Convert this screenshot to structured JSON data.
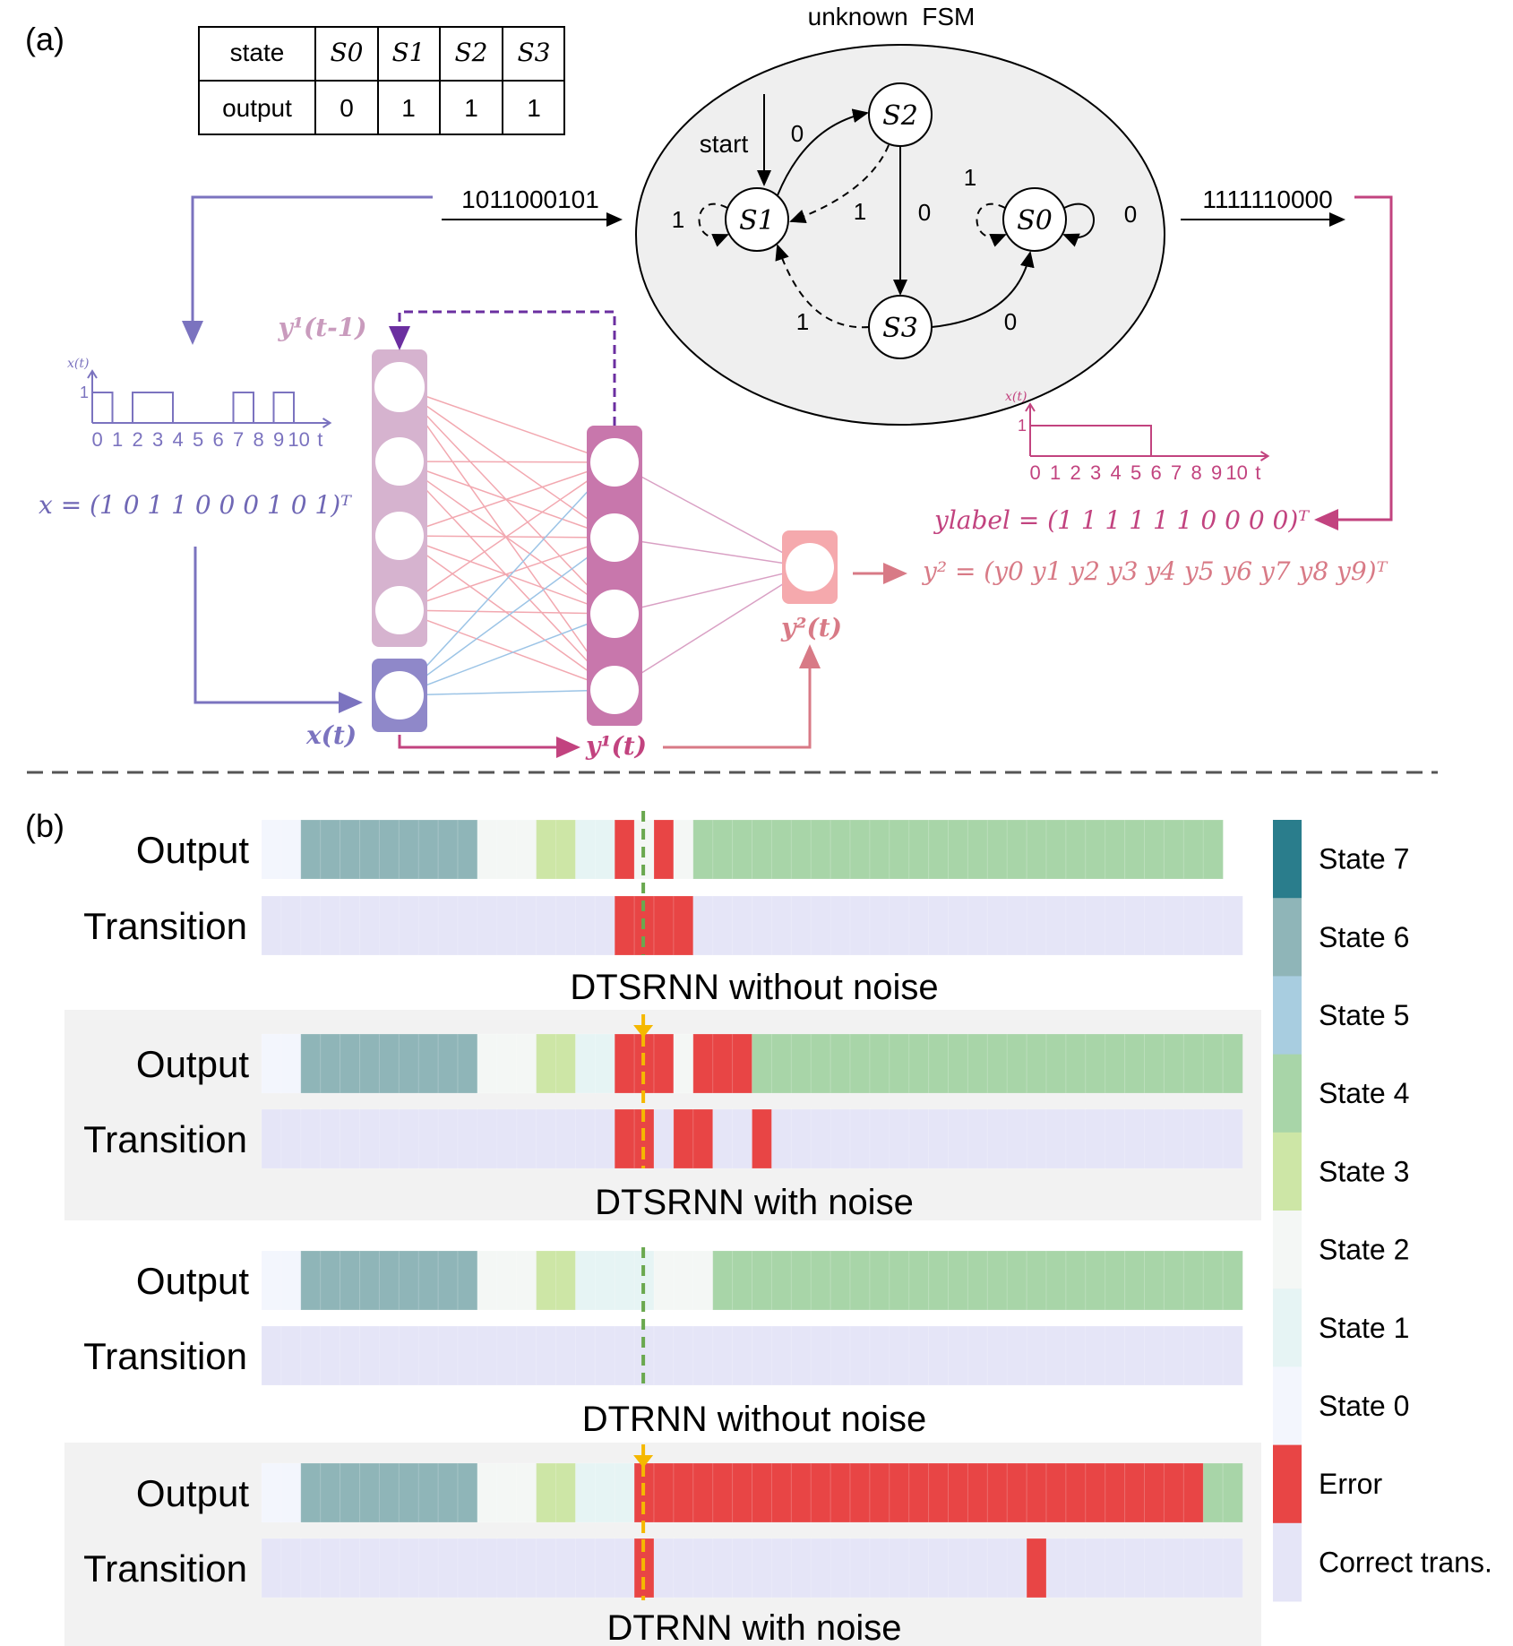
{
  "panel_a": {
    "label": "(a)",
    "table": {
      "header": [
        "state",
        "S0",
        "S1",
        "S2",
        "S3"
      ],
      "row": [
        "output",
        "0",
        "1",
        "1",
        "1"
      ]
    },
    "fsm": {
      "title": "unknown  FSM",
      "start_label": "start",
      "states": [
        "S1",
        "S2",
        "S3",
        "S0"
      ],
      "edge_labels": [
        "0",
        "1",
        "1",
        "0",
        "1",
        "0",
        "1",
        "0"
      ]
    },
    "input_sequence": "1011000101",
    "output_sequence": "1111110000",
    "input_plot": {
      "ylabel": "x(t)",
      "y_tick": "1",
      "x_ticks": [
        "0",
        "1",
        "2",
        "3",
        "4",
        "5",
        "6",
        "7",
        "8",
        "9",
        "10"
      ],
      "x_unit": "t",
      "values": [
        1,
        0,
        1,
        1,
        0,
        0,
        0,
        1,
        0,
        1
      ]
    },
    "output_plot": {
      "ylabel": "x(t)",
      "y_tick": "1",
      "x_ticks": [
        "0",
        "1",
        "2",
        "3",
        "4",
        "5",
        "6",
        "7",
        "8",
        "9",
        "10"
      ],
      "x_unit": "t",
      "values": [
        1,
        1,
        1,
        1,
        1,
        1,
        0,
        0,
        0,
        0
      ]
    },
    "x_vector": "x = (1 0 1 1 0 0 0 1 0 1)ᵀ",
    "y_label_vector": "ylabel = (1 1 1 1 1 1 0 0 0 0)ᵀ",
    "y2_vector": "y² = (y0 y1 y2 y3 y4 y5 y6 y7 y8 y9)ᵀ",
    "node_labels": {
      "recurrent": "y¹(t-1)",
      "input": "x(t)",
      "hidden": "y¹(t)",
      "output": "y²(t)"
    }
  },
  "panel_b": {
    "label": "(b)",
    "row_labels": [
      "Output",
      "Transition"
    ],
    "groups": [
      {
        "caption": "DTSRNN without noise"
      },
      {
        "caption": "DTSRNN with noise"
      },
      {
        "caption": "DTRNN without noise"
      },
      {
        "caption": "DTRNN with noise"
      }
    ],
    "legend": [
      "State 7",
      "State 6",
      "State 5",
      "State 4",
      "State 3",
      "State 2",
      "State 1",
      "State 0",
      "Error",
      "Correct trans."
    ],
    "colors": {
      "state7": "#2a7d8c",
      "state6": "#8fb5b8",
      "state5": "#a8cde0",
      "state4": "#a8d5a8",
      "state3": "#cde6a6",
      "state2": "#f4f7f5",
      "state1": "#e6f4f4",
      "state0": "#f3f6fd",
      "error": "#e84545",
      "correct": "#e5e5f7",
      "group_bg": "#f2f2f2",
      "marker": "#f5b800",
      "dash_green": "#6aa84f"
    }
  }
}
